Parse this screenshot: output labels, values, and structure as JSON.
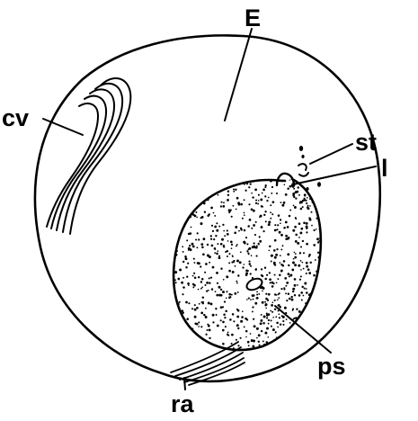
{
  "figure": {
    "labels": {
      "E": "E",
      "cv": "cv",
      "st": "st",
      "l": "l",
      "ps": "ps",
      "ra": "ra"
    },
    "colors": {
      "ink": "#000000",
      "paper": "#ffffff"
    },
    "stipple_dots": 900
  }
}
